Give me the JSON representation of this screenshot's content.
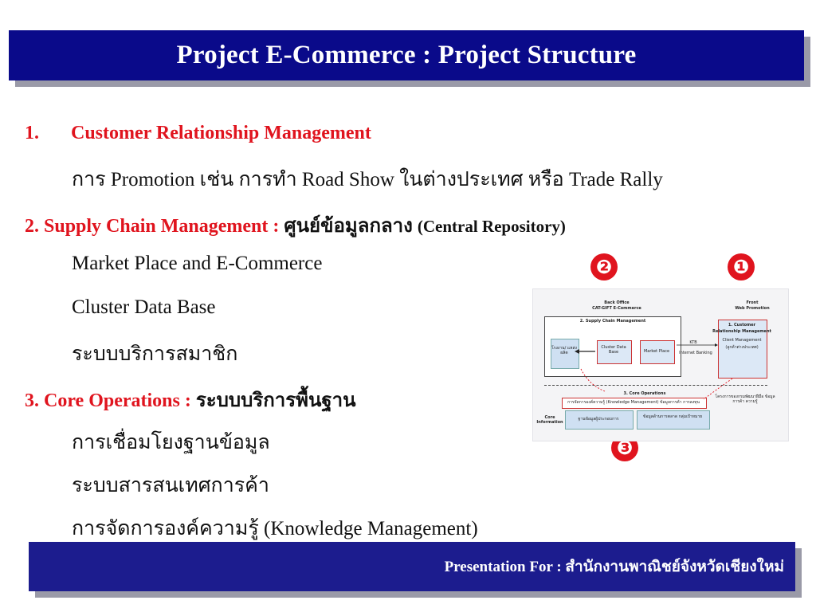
{
  "slide": {
    "title": "Project E-Commerce : Project Structure",
    "sections": {
      "s1_number": "1.",
      "s1_heading": "Customer Relationship Management",
      "s1_line": "การ Promotion เช่น การทำ Road Show ในต่างประเทศ หรือ Trade Rally",
      "s2_heading": "2. Supply Chain Management :",
      "s2_thai": "ศูนย์ข้อมูลกลาง",
      "s2_paren": "(Central Repository)",
      "s2_items": [
        "Market Place and E-Commerce",
        "Cluster Data Base",
        "ระบบบริการสมาชิก"
      ],
      "s3_heading": "3. Core Operations :",
      "s3_thai": "ระบบบริการพื้นฐาน",
      "s3_items": [
        "การเชื่อมโยงฐานข้อมูล",
        "ระบบสารสนเทศการค้า",
        "การจัดการองค์ความรู้ (Knowledge Management)"
      ]
    },
    "badges": [
      "❷",
      "❶",
      "❸"
    ],
    "diagram": {
      "back_office": "Back Office",
      "cat_gift": "CAT-GIFT E-Commerce",
      "supply_chain": "2. Supply Chain Management",
      "front": "Front",
      "web_promotion": "Web Promotion",
      "customer": "1. Customer",
      "crm": "Relationship Management",
      "client_mgmt": "Client Management",
      "client_sub": "(ลูกค้าต่างประเทศ)",
      "left_box": "โรงงาน/ แหล่งผลิต",
      "cluster": "Cluster Data Base",
      "market_place": "Market Place",
      "ktb": "KTB",
      "internet_banking": "Internet Banking",
      "core_ops": "3. Core Operations",
      "knowledge": "การจัดการองค์ความรู้ (Knowledge Management) ข้อมูลการค้า การลงทุน",
      "core_info": "Core Information",
      "right_note": "โครงการของกรมพัฒนาฝีมือ ข้อมูลการค้า ความรู้",
      "bottom_left": "ฐานข้อมูลผู้ประกอบการ",
      "bottom_right": "ข้อมูลด้านการตลาด กลุ่มเป้าหมาย"
    },
    "footer": "Presentation For : สำนักงานพาณิชย์จังหวัดเชียงใหม่"
  }
}
